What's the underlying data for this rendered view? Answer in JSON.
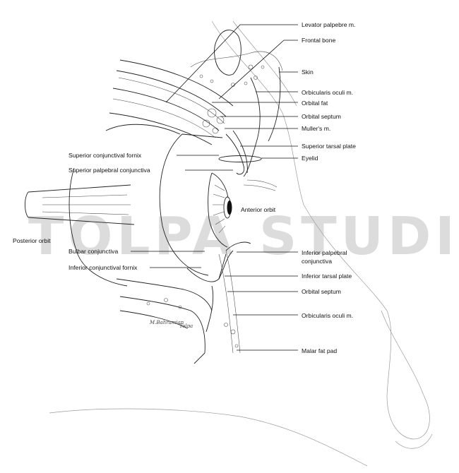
{
  "labels": {
    "levator": "Levator palpebre m.",
    "frontal_bone": "Frontal bone",
    "skin": "Skin",
    "orbicularis_upper": "Orbicularis oculi m.",
    "orbital_fat": "Orbital fat",
    "orbital_septum_upper": "Orbital septum",
    "muller": "Muller's m.",
    "superior_tarsal_plate": "Superior tarsal plate",
    "eyelid": "Eyelid",
    "superior_conj_fornix": "Superior conjunctival fornix",
    "superior_palp_conj": "Superior palpebral conjunctiva",
    "anterior_orbit": "Anterior orbit",
    "posterior_orbit": "Posterior orbit",
    "bulbar_conj": "Bulbar conjunctiva",
    "inferior_palp_conj_1": "Inferior palpebral",
    "inferior_palp_conj_2": "conjunctiva",
    "inferior_conj_fornix": "Inferior conjunctival fornix",
    "inferior_tarsal_plate": "Inferior tarsal plate",
    "orbital_septum_lower": "Orbital septum",
    "orbicularis_lower": "Orbicularis oculi m.",
    "malar_fat_pad": "Malar fat pad"
  },
  "watermark": "TOLPA STUDIOS",
  "signatures": {
    "left": "M.Bahramian",
    "right": "Tolpa"
  }
}
